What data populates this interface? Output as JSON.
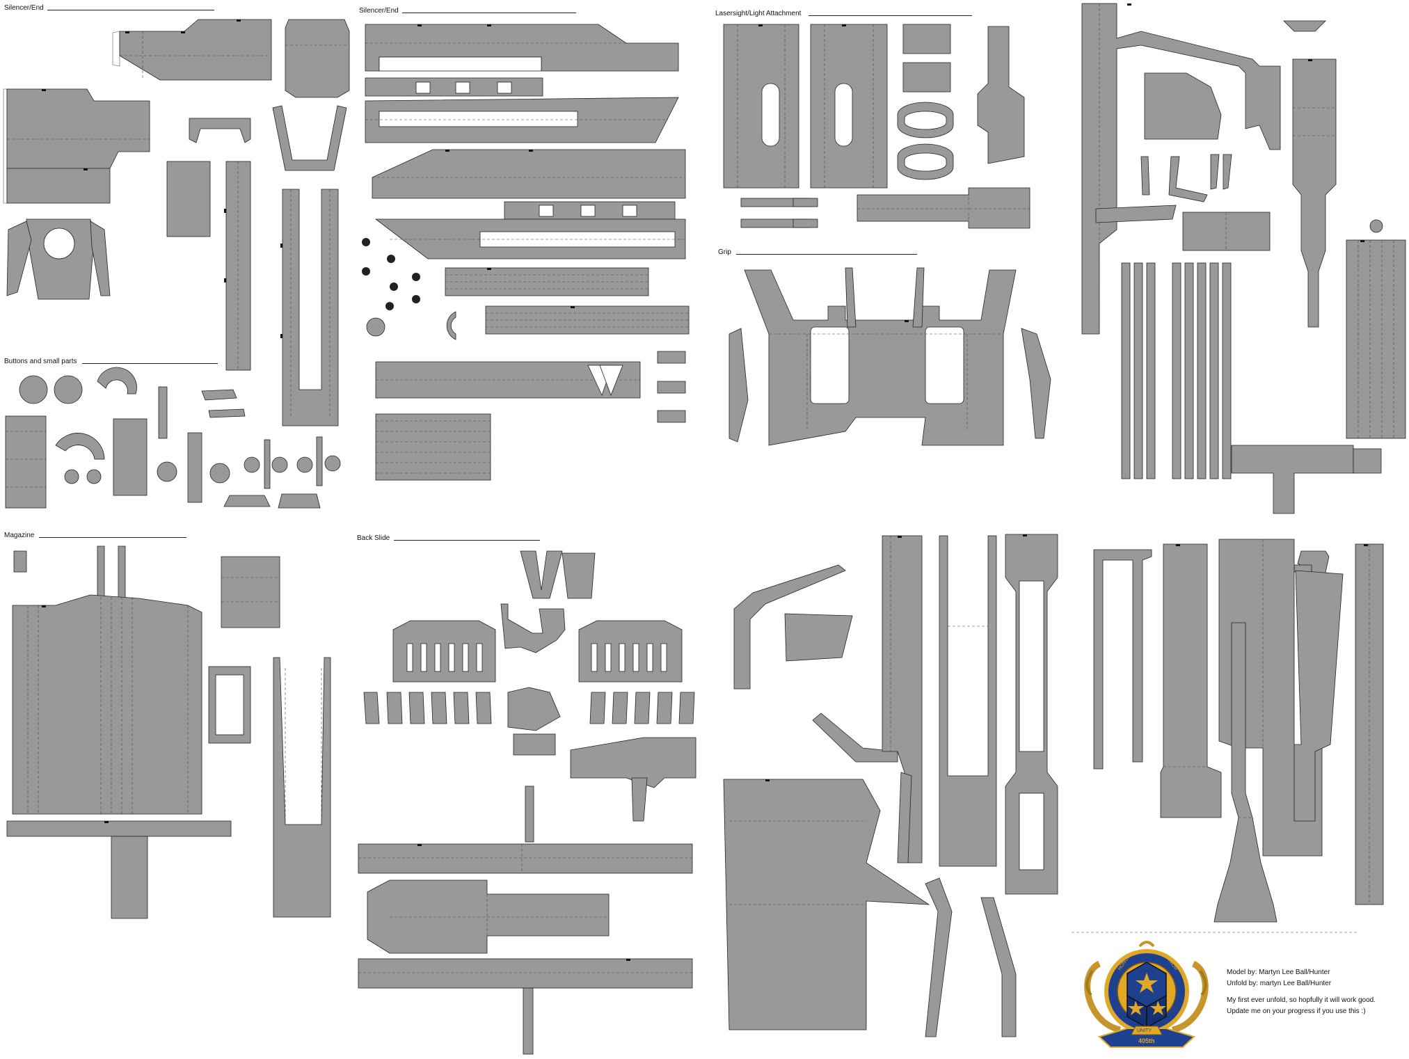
{
  "sections": {
    "silencer_end_1": "Silencer/End",
    "silencer_end_2": "Silencer/End",
    "lasersight": "Lasersight/Light Attachment",
    "grip": "Grip",
    "buttons": "Buttons and small parts",
    "magazine": "Magazine",
    "back_slide": "Back Slide"
  },
  "credits": {
    "model_by": "Model by: Martyn Lee Ball/Hunter",
    "unfold_by": "Unfold by: martyn Lee Ball/Hunter",
    "note_line1": "My first ever unfold, so hopfully it will work good.",
    "note_line2": "Update me on your progress if you use this :)"
  },
  "emblem": {
    "ribbon_left": "HONOR",
    "ribbon_right": "ARMOR",
    "motto": "UNITY",
    "number": "405th",
    "colors": {
      "navy": "#1f3f8f",
      "gold": "#e0a826",
      "laurel": "#c8952a"
    }
  },
  "colors": {
    "part_fill": "#999999",
    "outline": "#222222",
    "tab_fill": "#ffffff"
  }
}
